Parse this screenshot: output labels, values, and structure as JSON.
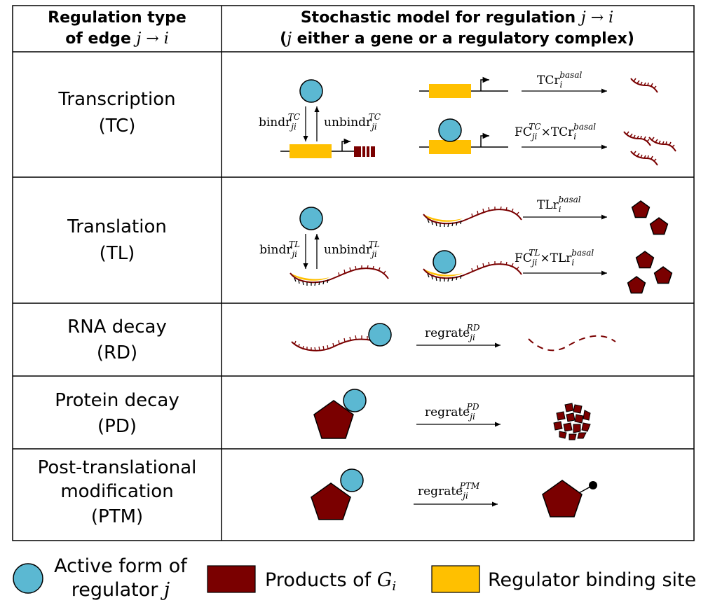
{
  "colors": {
    "regulator": "#5bb8d2",
    "product": "#7a0000",
    "binding_site": "#ffc000",
    "line": "#000000"
  },
  "header": {
    "col1_line1": "Regulation type",
    "col1_line2_prefix": "of edge ",
    "col1_line2_math": "j → i",
    "col2_line1_prefix": "Stochastic model for regulation ",
    "col2_line1_math": "j → i",
    "col2_line2_open": "(",
    "col2_line2_j": "j",
    "col2_line2_rest": " either a gene or a regulatory complex)"
  },
  "rows": [
    {
      "name": "Transcription",
      "abbr": "(TC)",
      "bind_base": "bindr",
      "bind_sub": "ji",
      "bind_sup": "TC",
      "unbind_base": "unbindr",
      "unbind_sub": "ji",
      "unbind_sup": "TC",
      "rate1_base": "TCr",
      "rate1_sub": "i",
      "rate1_sup": "basal",
      "rate2_fc": "FC",
      "rate2_fc_sub": "ji",
      "rate2_fc_sup": "TC",
      "rate2_times": "×",
      "rate2_base": "TCr",
      "rate2_sub": "i",
      "rate2_sup": "basal"
    },
    {
      "name": "Translation",
      "abbr": "(TL)",
      "bind_base": "bindr",
      "bind_sub": "ji",
      "bind_sup": "TL",
      "unbind_base": "unbindr",
      "unbind_sub": "ji",
      "unbind_sup": "TL",
      "rate1_base": "TLr",
      "rate1_sub": "i",
      "rate1_sup": "basal",
      "rate2_fc": "FC",
      "rate2_fc_sub": "ji",
      "rate2_fc_sup": "TL",
      "rate2_times": "×",
      "rate2_base": "TLr",
      "rate2_sub": "i",
      "rate2_sup": "basal"
    },
    {
      "name": "RNA decay",
      "abbr": "(RD)",
      "rate_base": "regrate",
      "rate_sub": "ji",
      "rate_sup": "RD"
    },
    {
      "name": "Protein decay",
      "abbr": "(PD)",
      "rate_base": "regrate",
      "rate_sub": "ji",
      "rate_sup": "PD"
    },
    {
      "name_line1": "Post-translational",
      "name_line2": "modification",
      "abbr": "(PTM)",
      "rate_base": "regrate",
      "rate_sub": "ji",
      "rate_sup": "PTM"
    }
  ],
  "legend": {
    "regulator_line1": "Active form of",
    "regulator_line2_prefix": "regulator ",
    "regulator_line2_math": "j",
    "products_prefix": "Products of ",
    "products_math_base": "G",
    "products_math_sub": "i",
    "binding_site": "Regulator binding site"
  }
}
